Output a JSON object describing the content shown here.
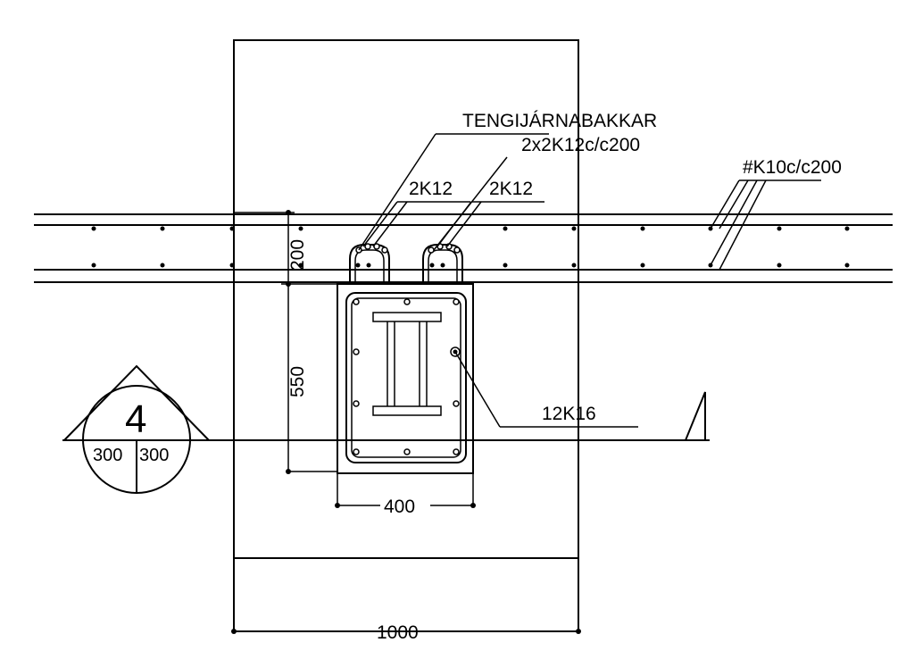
{
  "labels": {
    "title_main": "TENGIJÁRNABAKKAR",
    "title_sub": "2x2K12c/c200",
    "bar_left": "2K12",
    "bar_right": "2K12",
    "mesh": "#K10c/c200",
    "column_bars": "12K16"
  },
  "dimensions": {
    "slab_depth": "200",
    "beam_depth": "550",
    "beam_width": "400",
    "total_width": "1000"
  },
  "section_marker": {
    "number": "4",
    "left_value": "300",
    "right_value": "300"
  }
}
